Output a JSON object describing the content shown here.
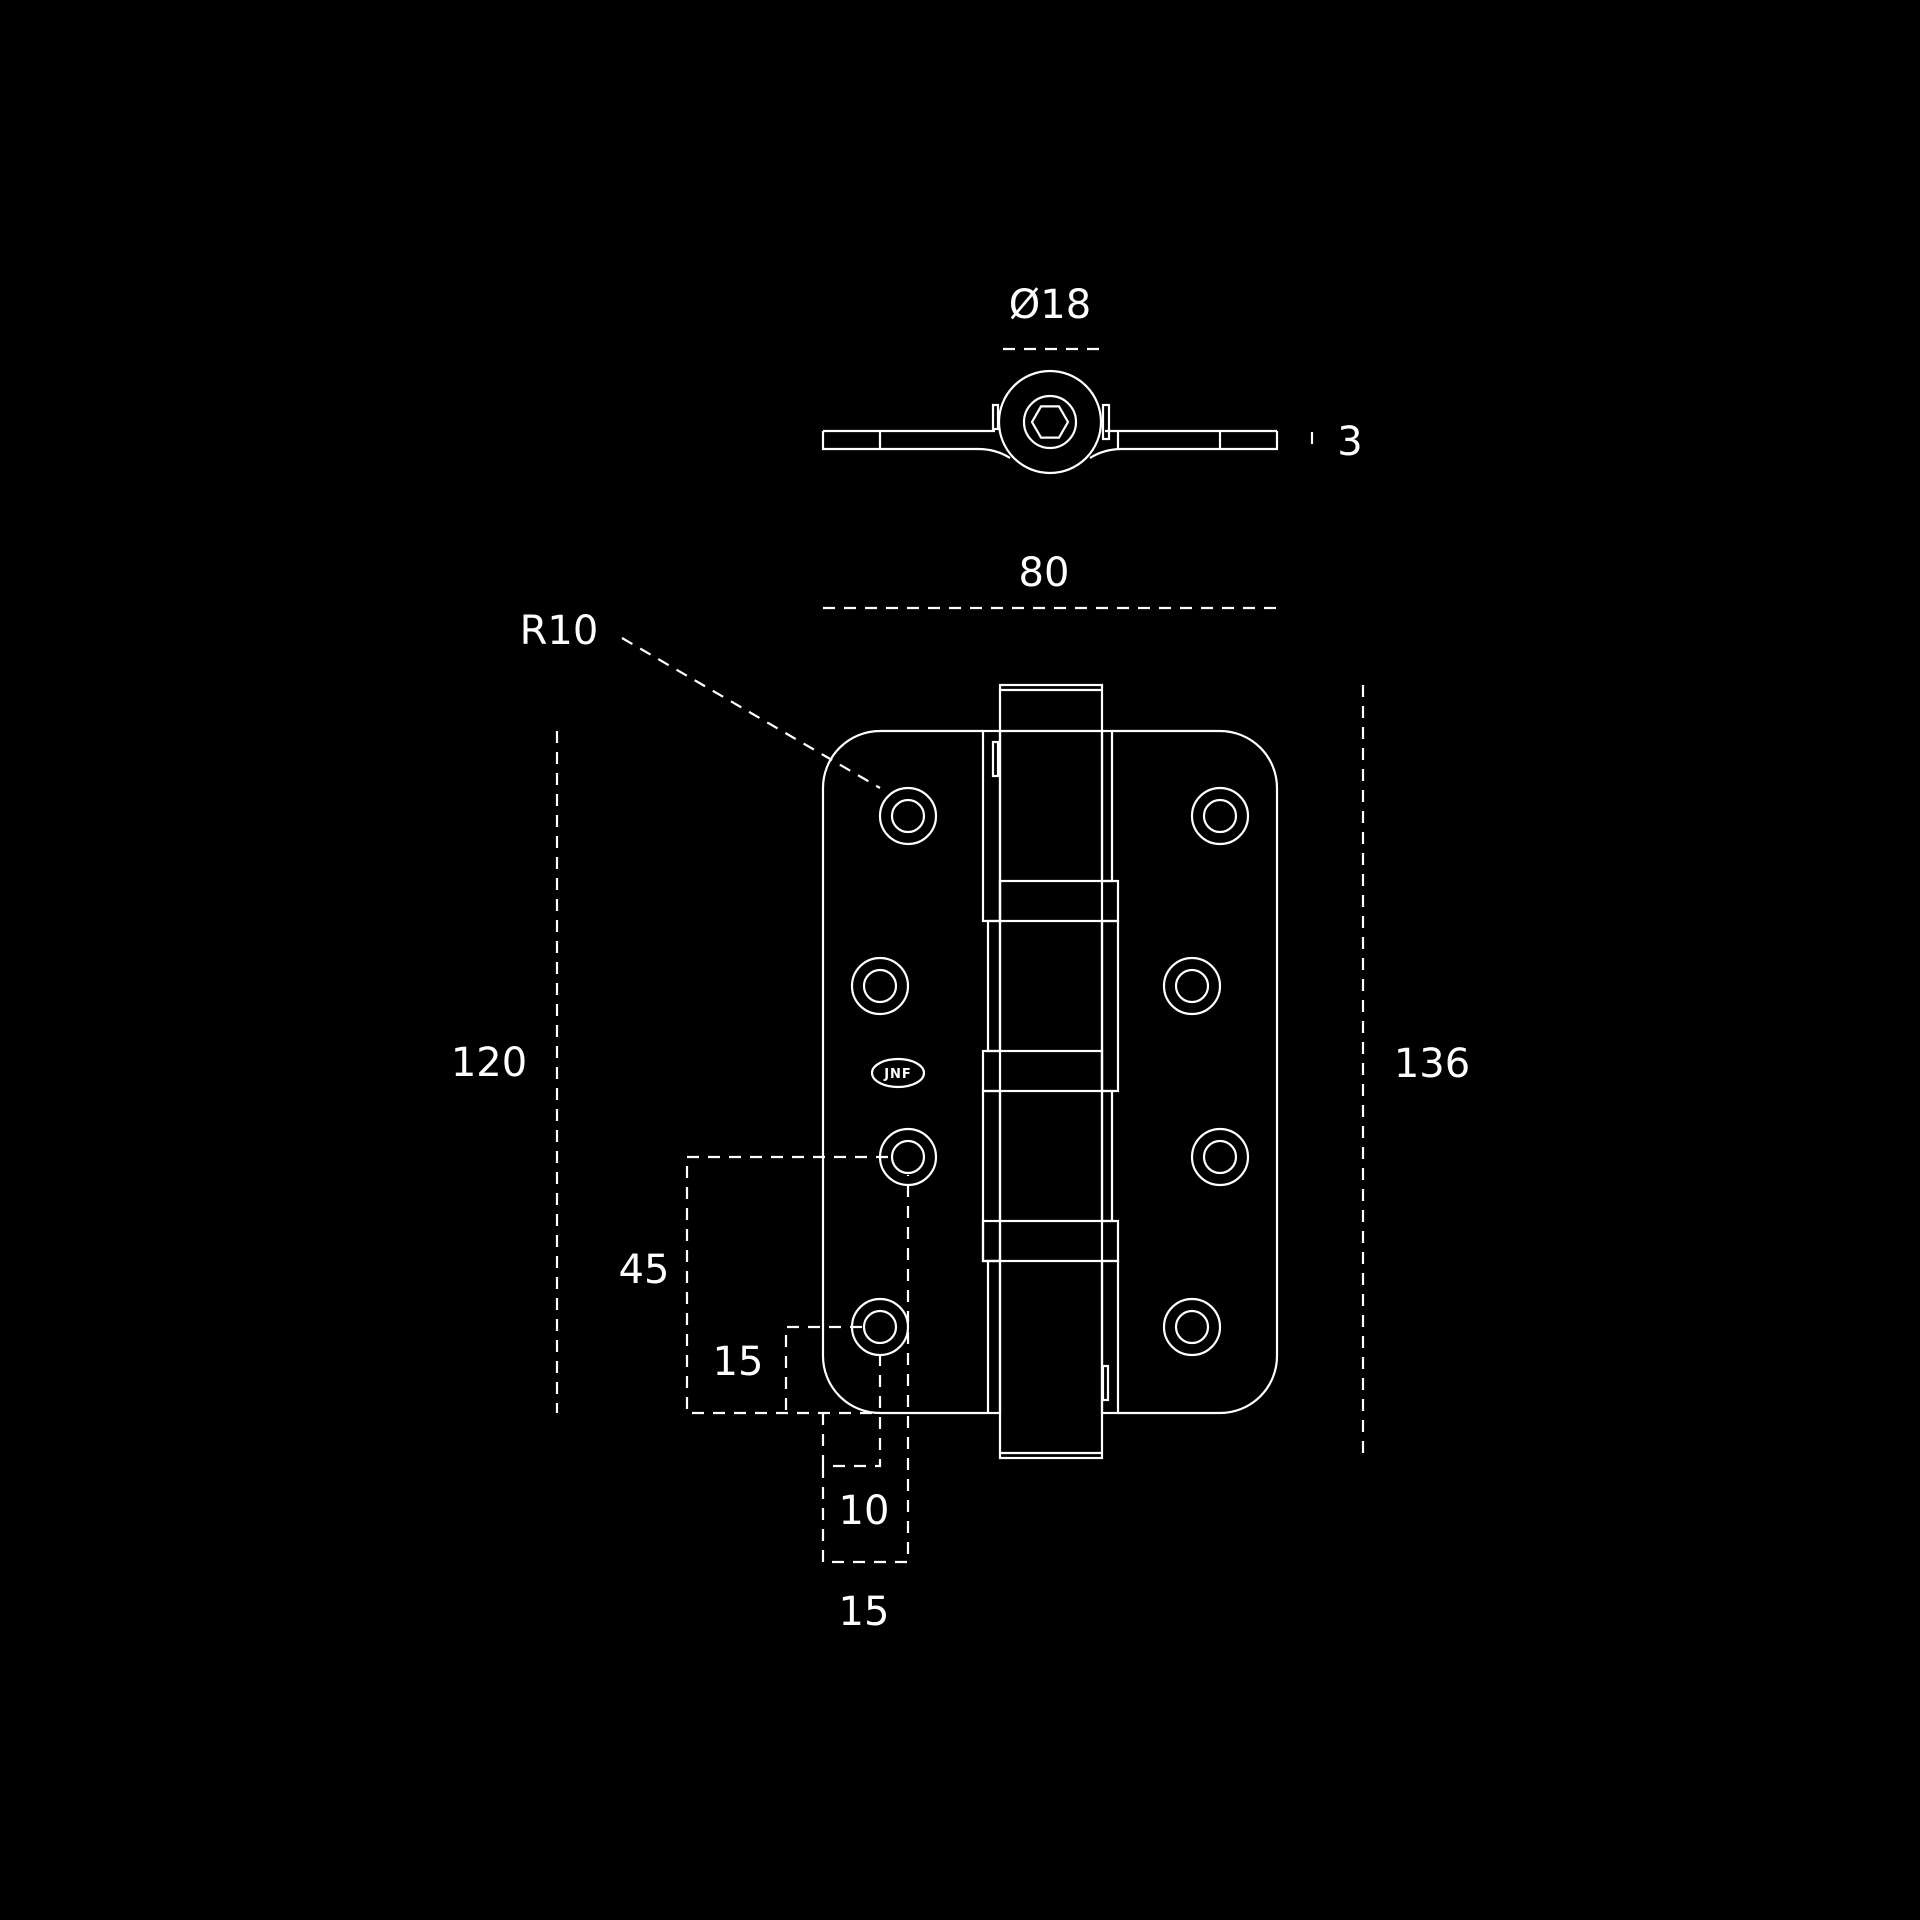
{
  "drawing": {
    "background_color": "#000000",
    "line_color": "#ffffff",
    "logo_text": "JNF",
    "dimensions": {
      "pin_diameter": "Ø18",
      "leaf_thickness": "3",
      "total_width": "80",
      "corner_radius": "R10",
      "leaf_height": "120",
      "overall_height": "136",
      "hole_spacing": "45",
      "hole_edge_offset_vertical": "15",
      "hole_edge_offset_small": "10",
      "hole_edge_offset_horizontal": "15"
    }
  }
}
